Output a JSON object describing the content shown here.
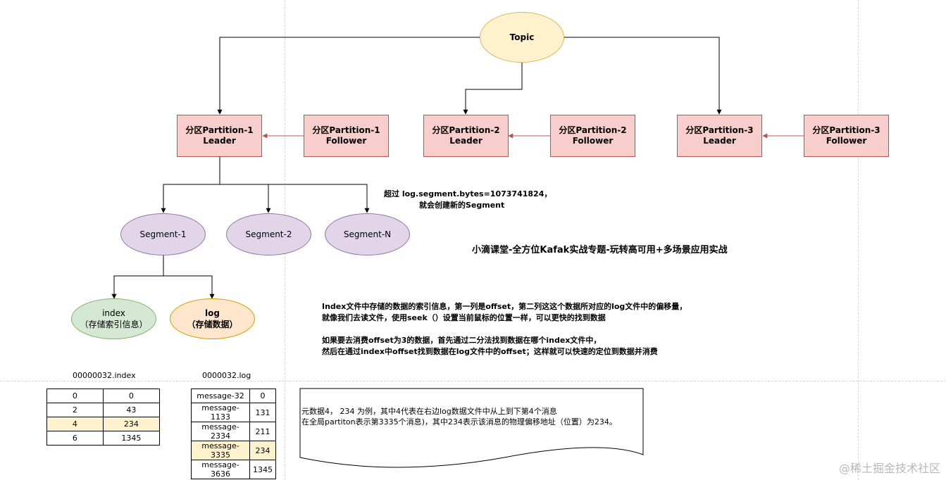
{
  "topic": {
    "label": "Topic"
  },
  "partitions": [
    {
      "leader": [
        "分区Partition-1",
        "Leader"
      ],
      "follower": [
        "分区Partition-1",
        "Follower"
      ]
    },
    {
      "leader": [
        "分区Partition-2",
        "Leader"
      ],
      "follower": [
        "分区Partition-2",
        "Follower"
      ]
    },
    {
      "leader": [
        "分区Partition-3",
        "Leader"
      ],
      "follower": [
        "分区Partition-3",
        "Follower"
      ]
    }
  ],
  "segments": [
    "Segment-1",
    "Segment-2",
    "Segment-N"
  ],
  "segment_note": [
    "超过 log.segment.bytes=1073741824，",
    "就会创建新的Segment"
  ],
  "files": {
    "index": [
      "index",
      "（存储索引信息）"
    ],
    "log": [
      "log",
      "（存储数据）"
    ]
  },
  "course_title": "小滴课堂-全方位Kafak实战专题-玩转高可用+多场景应用实战",
  "explanation": [
    "Index文件中存储的数据的索引信息，第一列是offset，第二列这这个数据所对应的log文件中的偏移量，",
    "就像我们去读文件，使用seek（）设置当前鼠标的位置一样，可以更快的找到数据",
    "",
    "如果要去消费offset为3的数据，首先通过二分法找到数据在哪个index文件中，",
    "然后在通过index中offset找到数据在log文件中的offset；这样就可以快速的定位到数据并消费"
  ],
  "index_table": {
    "caption": "00000032.index",
    "rows": [
      [
        "0",
        "0"
      ],
      [
        "2",
        "43"
      ],
      [
        "4",
        "234"
      ],
      [
        "6",
        "1345"
      ]
    ],
    "highlight_row": 2
  },
  "log_table": {
    "caption": "0000032.log",
    "rows": [
      [
        "message-32",
        "0"
      ],
      [
        "message-1133",
        "131"
      ],
      [
        "message-2334",
        "211"
      ],
      [
        "message-3335",
        "234"
      ],
      [
        "message-3636",
        "1345"
      ]
    ],
    "highlight_row": 3
  },
  "doc_note": [
    "元数据4， 234 为例，其中4代表在右边log数据文件中从上到下第4个消息",
    "在全局partiton表示第3335个消息)，其中234表示该消息的物理偏移地址（位置）为234。"
  ],
  "watermark": "@稀土掘金技术社区",
  "colors": {
    "partition_fill": "#f8cecc",
    "partition_stroke": "#b85450",
    "topic_fill": "#fff2cc",
    "topic_stroke": "#d6b656",
    "segment_fill": "#e1d5e7",
    "segment_stroke": "#9673a6",
    "index_fill": "#d5e8d4",
    "index_stroke": "#82b366",
    "log_fill": "#ffe6cc",
    "log_stroke": "#d79b00",
    "highlight": "#fff2cc"
  }
}
